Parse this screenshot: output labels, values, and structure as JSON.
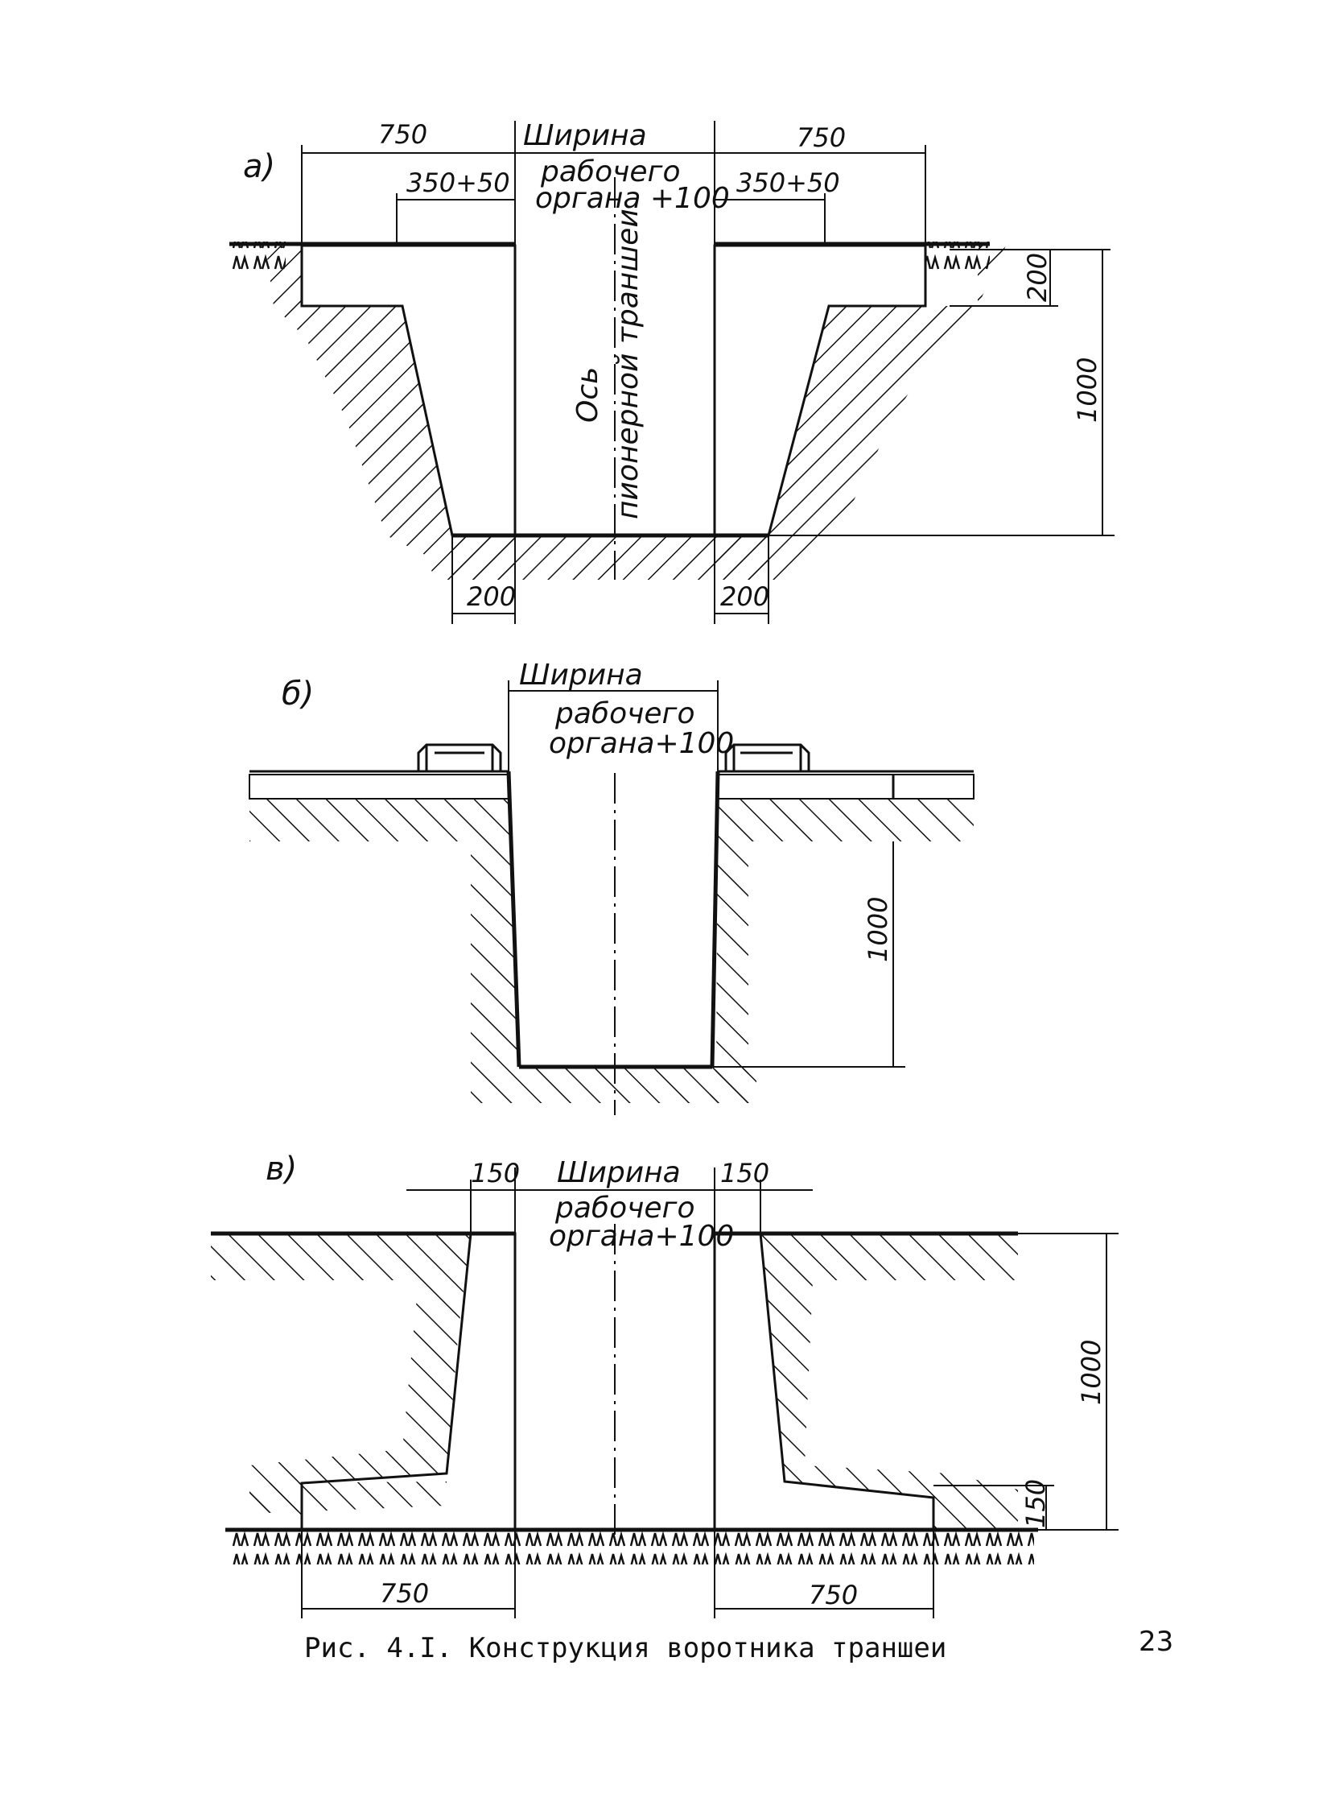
{
  "figure": {
    "caption": "Рис. 4.I. Конструкция воротника траншеи",
    "page_number": "23"
  },
  "panel_a": {
    "label": "а)",
    "width_text": [
      "Ширина",
      "рабочего",
      "органа +100"
    ],
    "axis_text": [
      "Ось",
      "пионерной траншеи"
    ],
    "dims": {
      "top_left": "750",
      "top_right": "750",
      "step_left": "350+50",
      "step_right": "350+50",
      "depth": "1000",
      "collar": "200",
      "bottom_left": "200",
      "bottom_right": "200"
    }
  },
  "panel_b": {
    "label": "б)",
    "width_text": [
      "Ширина",
      "рабочего",
      "органа+100"
    ],
    "dims": {
      "depth": "1000"
    }
  },
  "panel_c": {
    "label": "в)",
    "width_text": [
      "Ширина",
      "рабочего",
      "органа+100"
    ],
    "dims": {
      "top_left": "150",
      "top_right": "150",
      "depth": "1000",
      "base": "150",
      "bottom_left": "750",
      "bottom_right": "750"
    }
  }
}
